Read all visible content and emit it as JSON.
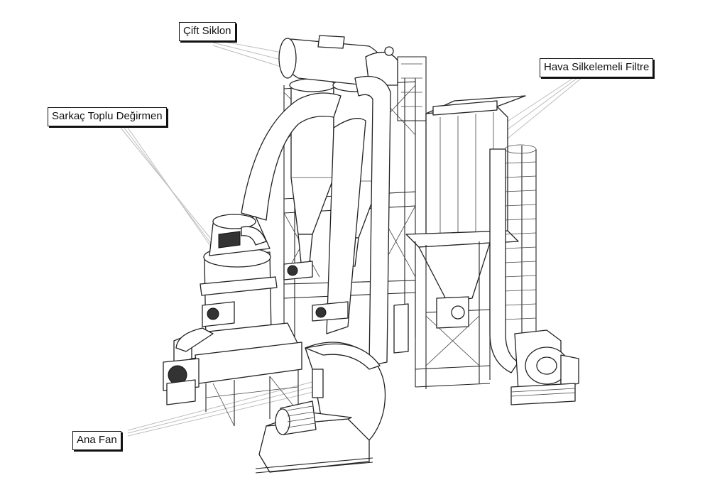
{
  "labels": {
    "cyclone": "Çift Siklon",
    "mill": "Sarkaç Toplu Değirmen",
    "filter": "Hava Silkelemeli Filtre",
    "fan": "Ana Fan"
  },
  "colors": {
    "line": "#222222",
    "pointer": "#bdbdbd",
    "background": "#ffffff"
  }
}
